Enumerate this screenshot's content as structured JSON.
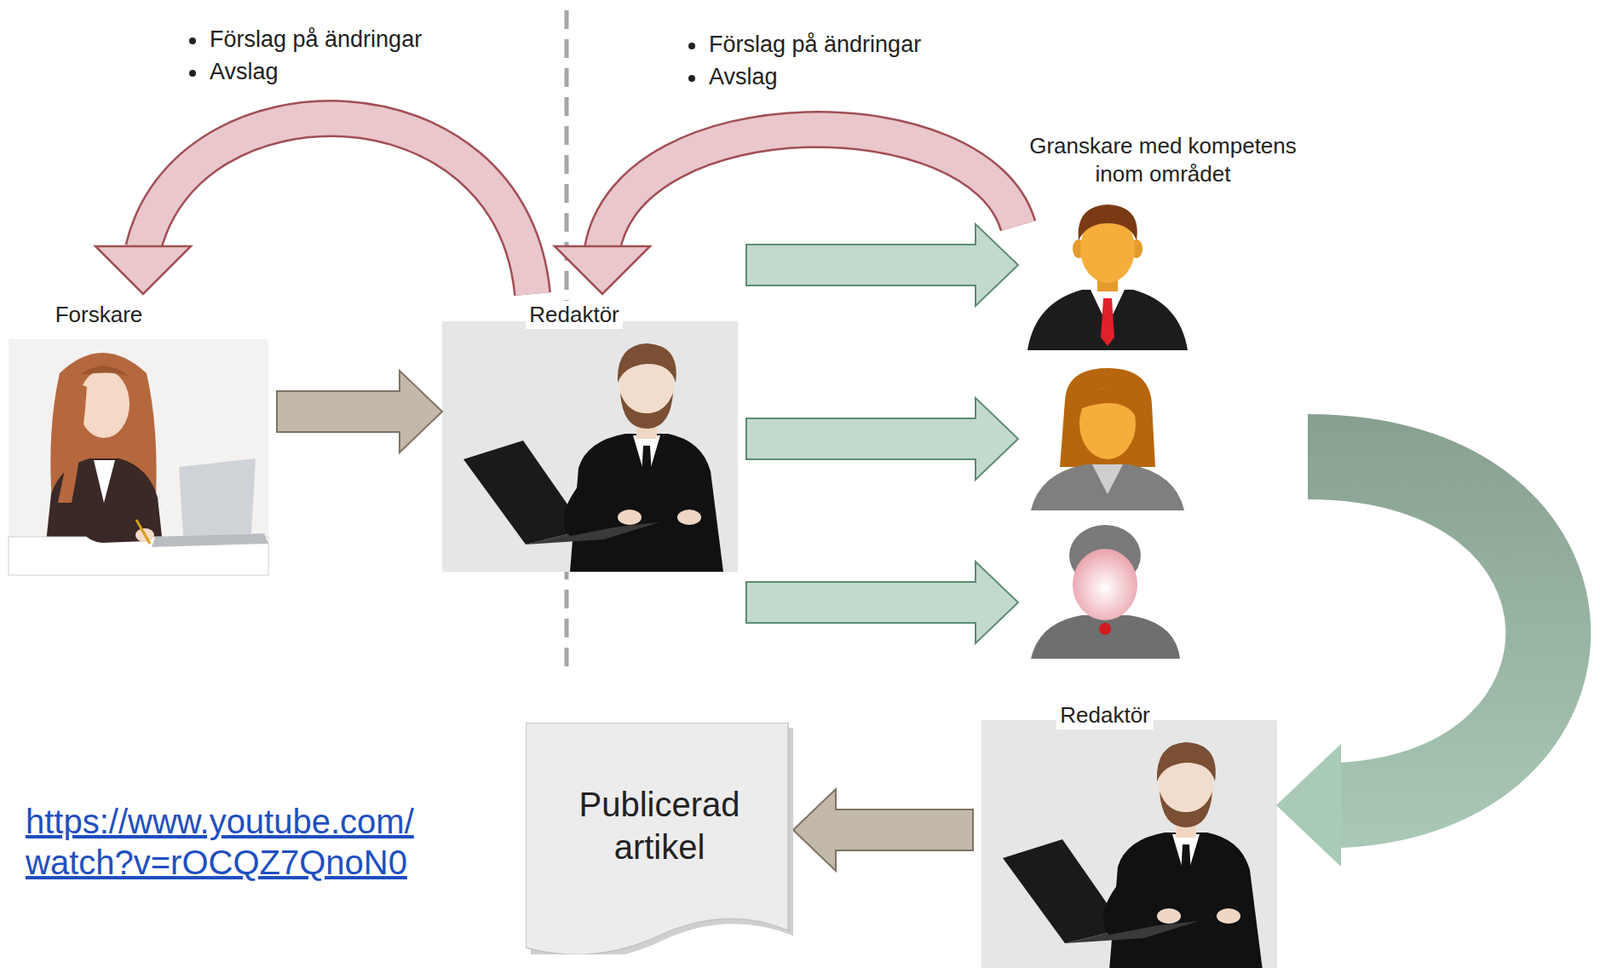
{
  "diagram": {
    "nodes": [
      {
        "text": [
          "Forskare"
        ]
      },
      {
        "text": [
          "Redaktör"
        ]
      },
      {
        "text": [
          "Granskare med kompetens inom området"
        ]
      },
      {
        "text": [
          "Redaktör"
        ]
      },
      {
        "text": [
          "Publicerad artikel"
        ]
      }
    ],
    "edges": [
      {
        "from": 0,
        "to": 1,
        "arrow": "to"
      },
      {
        "from": 1,
        "to": 2,
        "arrow": "to"
      },
      {
        "from": 1,
        "to": 2,
        "arrow": "to"
      },
      {
        "from": 1,
        "to": 2,
        "arrow": "to"
      },
      {
        "from": 2,
        "to": 3,
        "arrow": "to"
      },
      {
        "from": 3,
        "to": 4,
        "arrow": "to"
      },
      {
        "from": 1,
        "to": 0,
        "arrow": "to"
      },
      {
        "from": 2,
        "to": 1,
        "arrow": "to"
      }
    ],
    "labels": [
      "Förslag på ändringar",
      "Avslag",
      "Förslag på ändringar",
      "Avslag",
      "https://www.youtube.com/ watch?v=rOCQZ7QnoN0"
    ]
  }
}
